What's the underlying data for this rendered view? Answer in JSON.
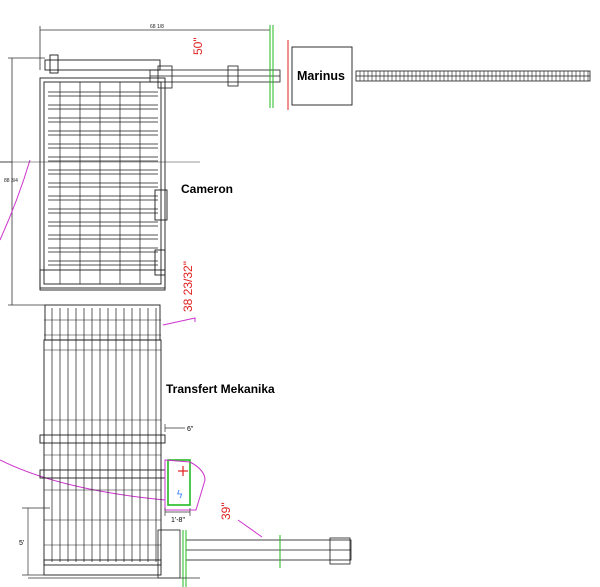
{
  "labels": {
    "marinus": "Marinus",
    "cameron": "Cameron",
    "transfert": "Transfert Mekanika"
  },
  "dimensions": {
    "d50": "50\"",
    "d38": "38 23/32\"",
    "d39": "39\"",
    "d6": "6\"",
    "d1_8": "1'-8\"",
    "d5": "5'",
    "top_overall": "68 1/8",
    "left_height": "88 3/4"
  },
  "colors": {
    "line": "#1a1a1a",
    "dim_red": "#e02020",
    "magenta": "#cc33cc",
    "green": "#22bb22"
  }
}
